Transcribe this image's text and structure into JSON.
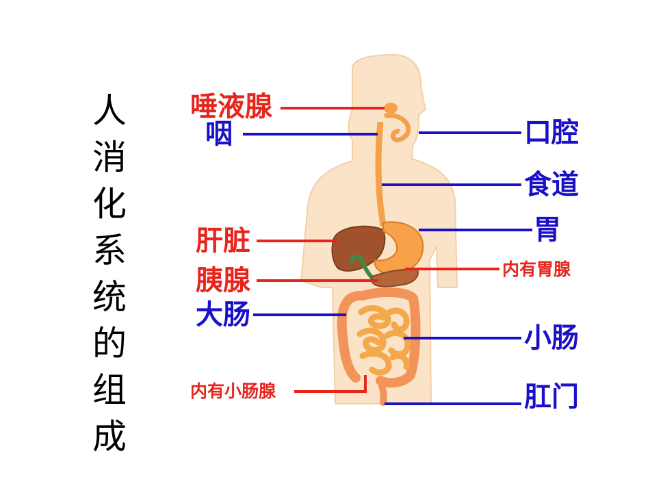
{
  "title_vertical": [
    "人",
    "消",
    "化",
    "系",
    "统",
    "的",
    "组",
    "成"
  ],
  "labels": {
    "salivary_gland": "唾液腺",
    "pharynx": "咽",
    "liver": "肝脏",
    "pancreas": "胰腺",
    "large_intestine": "大肠",
    "intestinal_gland": "内有小肠腺",
    "oral_cavity": "口腔",
    "esophagus": "食道",
    "stomach": "胃",
    "gastric_gland": "内有胃腺",
    "small_intestine": "小肠",
    "anus": "肛门"
  },
  "colors": {
    "organ_label": "#e8251c",
    "structure_label": "#1a10c8",
    "body": "#fbe3c8",
    "tract": "#f5a04a",
    "liver": "#a0522d"
  }
}
